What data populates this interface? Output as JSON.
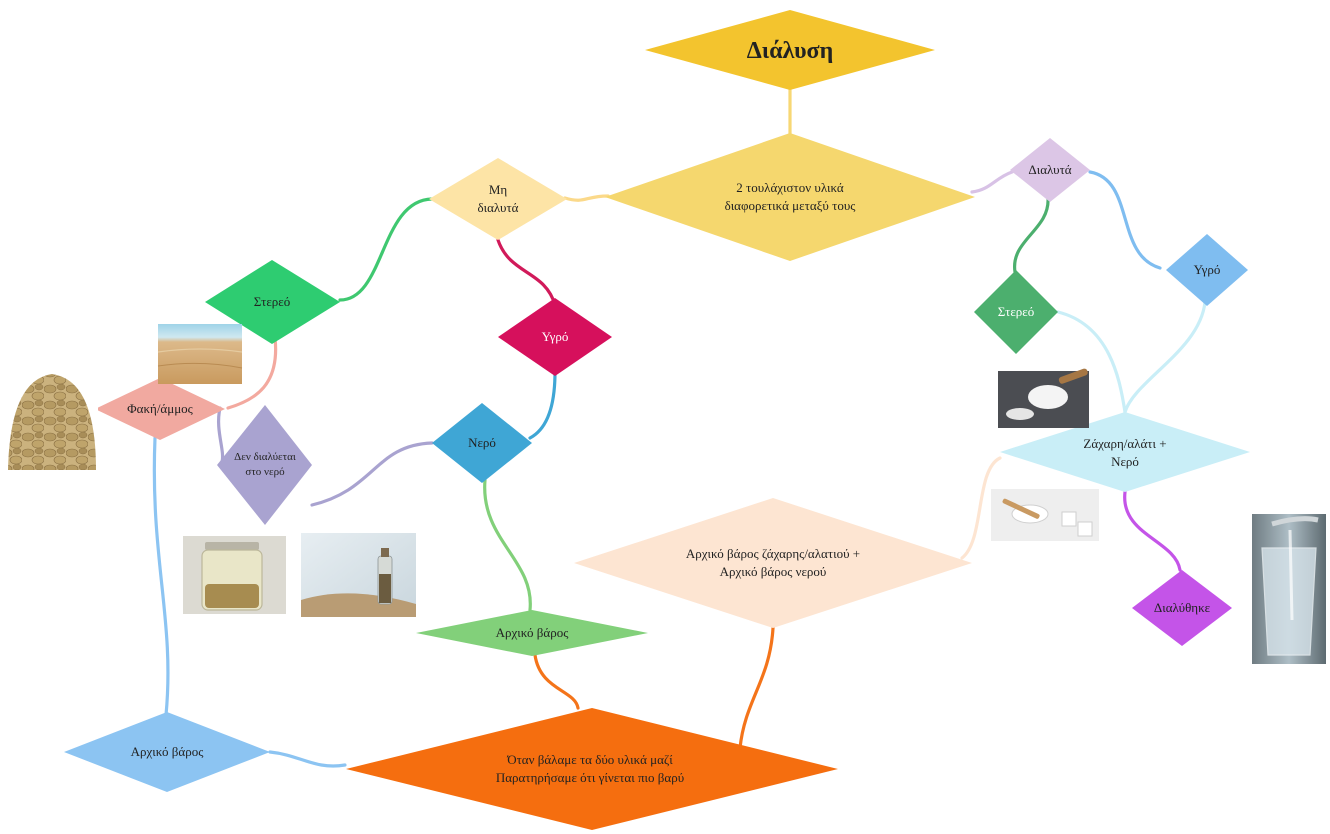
{
  "title": "Διάλυση",
  "nodes": {
    "root": {
      "label": "2 τουλάχιστον  υλικά\n διαφορετικά μεταξύ τους",
      "color": "#f5d76e"
    },
    "title_node": {
      "color": "#f3c42e"
    },
    "insoluble": {
      "label": "Μη\nδιαλυτά",
      "color": "#fde4a6"
    },
    "soluble": {
      "label": "Διαλυτά",
      "color": "#dcc6e6"
    },
    "solid_left": {
      "label": "Στερεό",
      "color": "#2ecc71"
    },
    "liquid_left": {
      "label": "Υγρό",
      "color": "#d6105c"
    },
    "lentil_sand": {
      "label": "Φακή/άμμος",
      "color": "#f1a9a0"
    },
    "not_dissolved": {
      "label": "Δεν διαλύεται\nστο νερό",
      "color": "#a9a3d0"
    },
    "water": {
      "label": "Νερό",
      "color": "#3fa6d5"
    },
    "initial_weight_mid": {
      "label": "Αρχικό βάρος",
      "color": "#82d07a"
    },
    "initial_weight_left": {
      "label": "Αρχικό βάρος",
      "color": "#8cc4f2"
    },
    "result": {
      "label": "Όταν βάλαμε τα δύο υλικά μαζί\nΠαρατηρήσαμε ότι γίνεται πιο βαρύ",
      "color": "#f56e0f"
    },
    "sugar_salt_weight": {
      "label": "Αρχικό βάρος ζάχαρης/αλατιού +\nΑρχικό βάρος νερού",
      "color": "#fde5d2"
    },
    "solid_right": {
      "label": "Στερεό",
      "color": "#4caf6e"
    },
    "liquid_right": {
      "label": "Υγρό",
      "color": "#7fbdf0"
    },
    "sugar_salt_water": {
      "label": "Ζάχαρη/αλάτι +\nΝερό",
      "color": "#c9eef7"
    },
    "dissolved": {
      "label": "Διαλύθηκε",
      "color": "#c454e8"
    }
  },
  "connector_colors": {
    "title_root": "#f7d774",
    "root_insoluble": "#fbd98a",
    "root_soluble": "#d8c2e6",
    "insoluble_solid": "#3fc870",
    "insoluble_liquid": "#d11a5a",
    "solid_lentil": "#f3a99f",
    "lentil_notdissolved": "#a9a3d0",
    "notdissolved_water": "#a9a3d0",
    "liquid_water": "#3fa6d5",
    "water_initial": "#82d07a",
    "initial_result": "#f4741a",
    "lentil_initial_left": "#8cc4f2",
    "initial_left_result": "#8cc4f2",
    "sugarweight_result": "#f4741a",
    "soluble_solid": "#4caf6e",
    "soluble_liquid": "#7fbdf0",
    "solid_sugarwater": "#c9eef7",
    "liquid_sugarwater": "#c9eef7",
    "sugarwater_sugarweight": "#fde5d2",
    "sugarwater_dissolved": "#c454e8"
  },
  "photos": {
    "lentils": "lentils-photo",
    "sand": "sand-photo",
    "jar": "jar-photo",
    "bottle": "bottle-photo",
    "salt": "salt-photo",
    "sugar": "sugar-photo",
    "glass": "glass-photo"
  }
}
